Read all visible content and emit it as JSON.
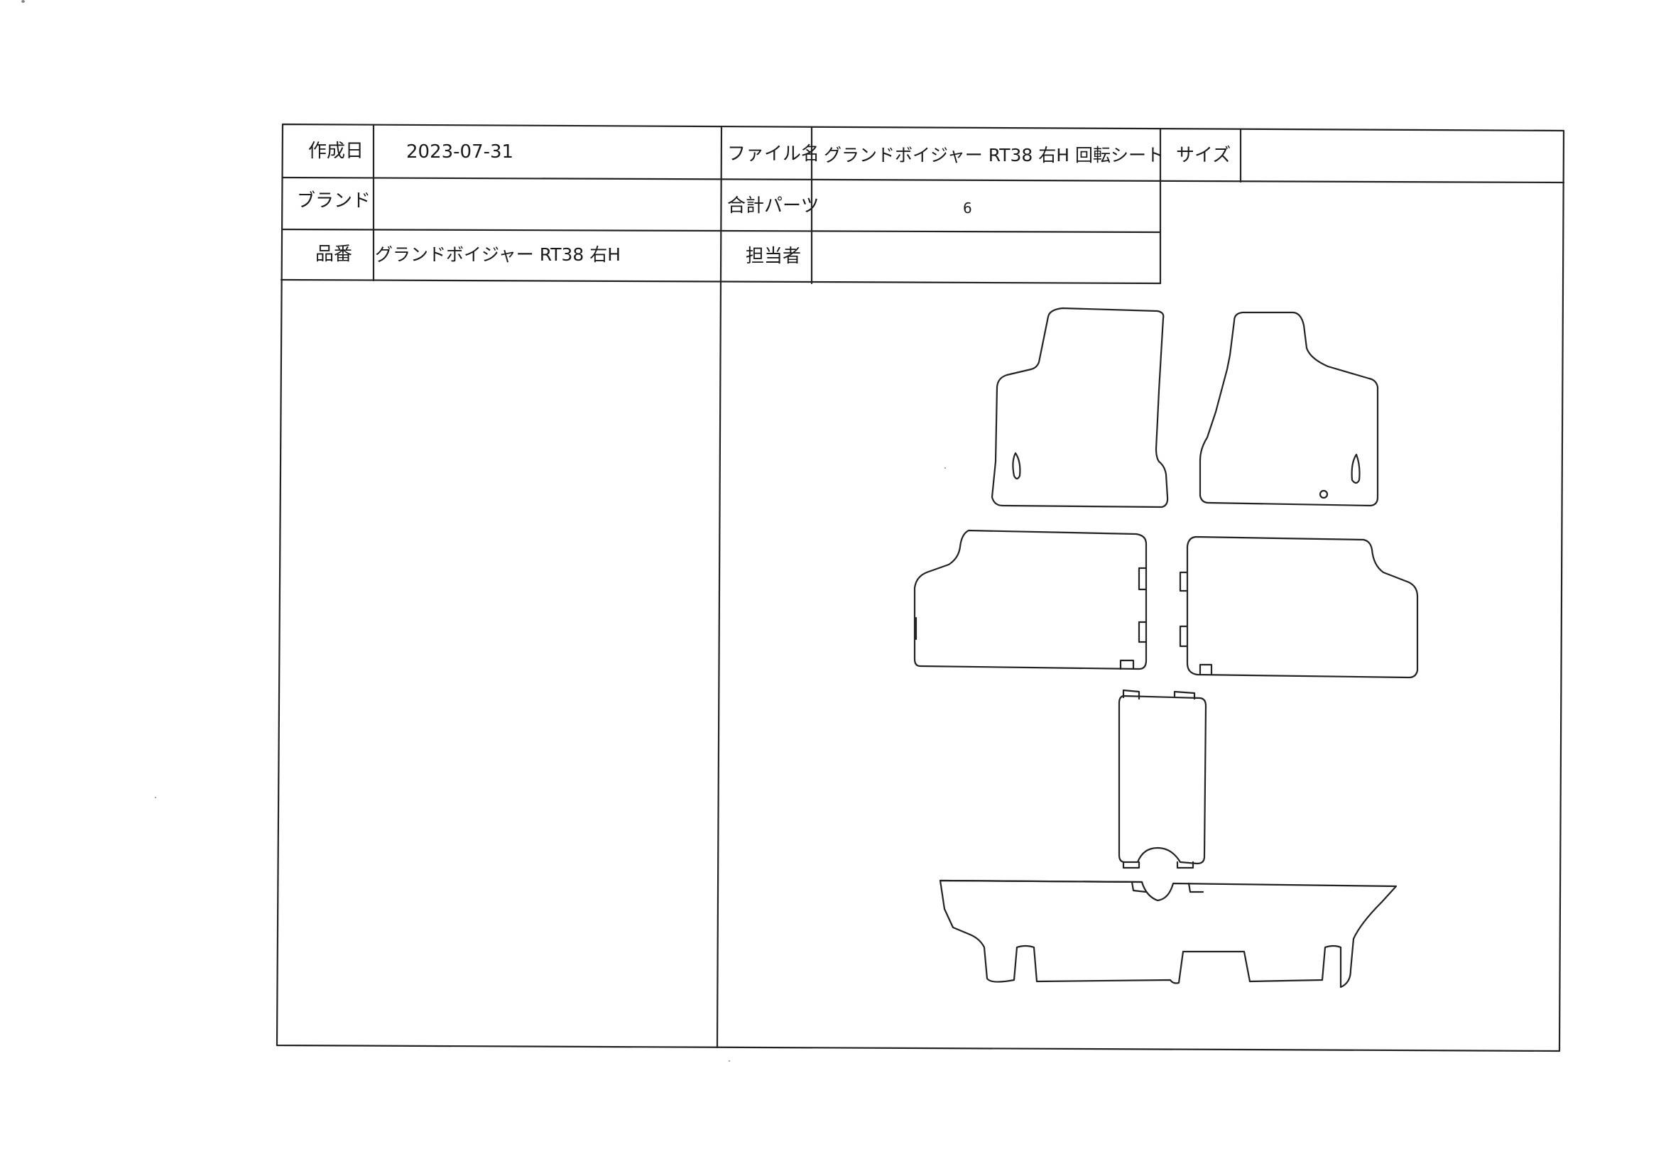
{
  "form": {
    "created_label": "作成日",
    "created_value": "2023-07-31",
    "filename_label": "ファイル名",
    "filename_value": "グランドボイジャー RT38 右H 回転シート",
    "size_label": "サイズ",
    "size_value": "",
    "brand_label": "ブランド",
    "brand_value": "",
    "parts_label": "合計パーツ",
    "parts_value": "6",
    "product_label": "品番",
    "product_value": "グランドボイジャー RT38 右H",
    "person_label": "担当者",
    "person_value": ""
  },
  "diagram": {
    "parts": [
      "driver-mat",
      "passenger-mat",
      "second-row-left-mat",
      "second-row-right-mat",
      "center-aisle-mat",
      "third-row-mat"
    ]
  }
}
